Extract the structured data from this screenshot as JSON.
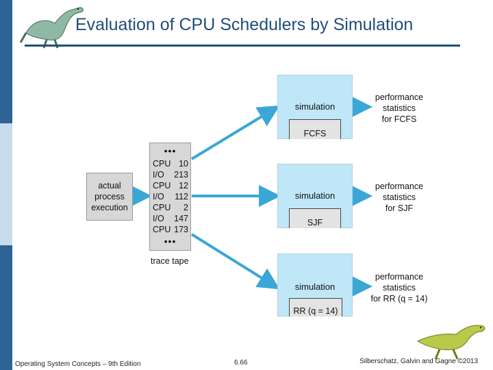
{
  "slide": {
    "title": "Evaluation of CPU Schedulers by Simulation",
    "footer_left": "Operating System Concepts – 9th Edition",
    "footer_center": "6.66",
    "footer_right": "Silberschatz, Galvin and Gagne ©2013"
  },
  "diagram": {
    "source": {
      "lines": [
        "actual",
        "process",
        "execution"
      ]
    },
    "trace_tape": {
      "dots": "•••",
      "rows": [
        {
          "op": "CPU",
          "val": "10"
        },
        {
          "op": "I/O",
          "val": "213"
        },
        {
          "op": "CPU",
          "val": "12"
        },
        {
          "op": "I/O",
          "val": "112"
        },
        {
          "op": "CPU",
          "val": "2"
        },
        {
          "op": "I/O",
          "val": "147"
        },
        {
          "op": "CPU",
          "val": "173"
        }
      ],
      "caption": "trace tape"
    },
    "simulations": [
      {
        "label": "simulation",
        "scheduler": "FCFS",
        "result": [
          "performance",
          "statistics",
          "for FCFS"
        ]
      },
      {
        "label": "simulation",
        "scheduler": "SJF",
        "result": [
          "performance",
          "statistics",
          "for SJF"
        ]
      },
      {
        "label": "simulation",
        "scheduler": "RR (q = 14)",
        "result": [
          "performance",
          "statistics",
          "for RR (q = 14)"
        ]
      }
    ]
  },
  "colors": {
    "title": "#1f4e79",
    "sim_box": "#bfe7f7",
    "arrow": "#3aa7d6",
    "sidebar": [
      "#2e6494",
      "#c6dcec",
      "#2e6494"
    ]
  },
  "icons": {
    "top_left": "dinosaur-icon",
    "bottom_right": "dinosaur-icon"
  }
}
